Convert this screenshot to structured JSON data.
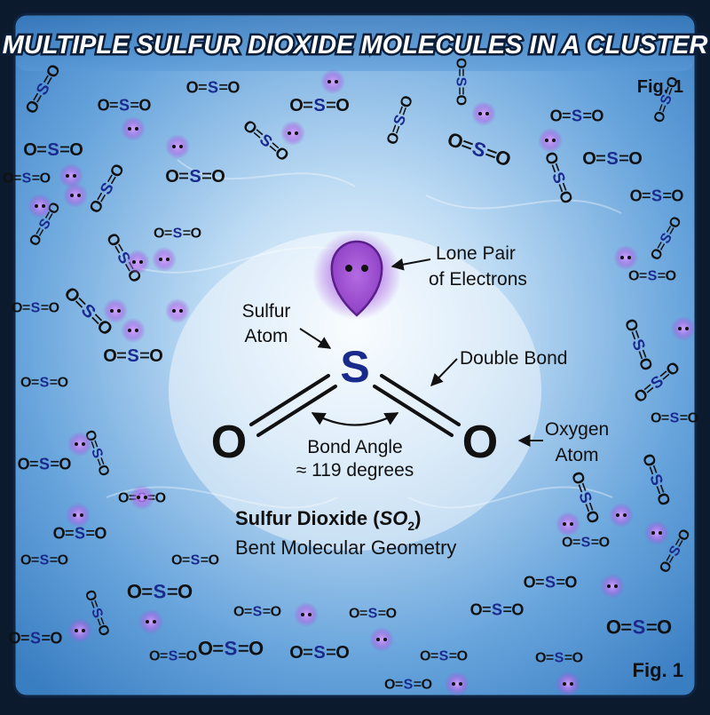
{
  "title": "MULTIPLE SULFUR DIOXIDE MOLECULES IN A CLUSTER",
  "fig_label_top": "Fig. 1",
  "fig_label_bottom": "Fig. 1",
  "molecule": {
    "center_atom": "S",
    "left_atom": "O",
    "right_atom": "O"
  },
  "labels": {
    "lone_pair": [
      "Lone Pair",
      "of Electrons"
    ],
    "sulfur_atom": [
      "Sulfur",
      "Atom"
    ],
    "double_bond": "Double Bond",
    "oxygen_atom": [
      "Oxygen",
      "Atom"
    ],
    "bond_angle": [
      "Bond Angle",
      "≈ 119 degrees"
    ]
  },
  "caption": {
    "name": "Sulfur Dioxide (",
    "formula_main": "SO",
    "formula_sub": "2",
    "close": ")",
    "subtitle": "Bent Molecular Geometry"
  },
  "colors": {
    "background_center": "#e6f3fd",
    "background_edge": "#3f86c9",
    "frame": "#0e2440",
    "title_fill": "#ffffff",
    "title_stroke": "#0b1f3a",
    "sulfur": "#1a2a8c",
    "oxygen": "#111111",
    "lone_pair": "#a64fd1",
    "text": "#111111"
  }
}
